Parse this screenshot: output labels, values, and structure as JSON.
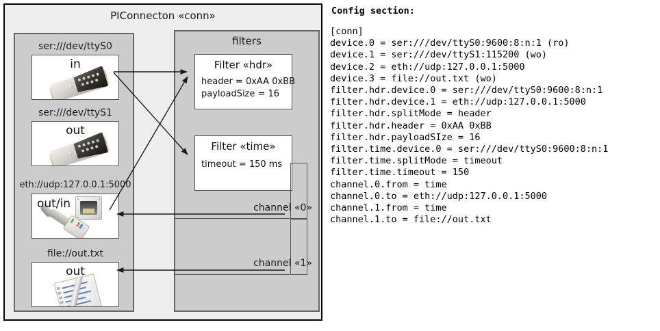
{
  "diagram": {
    "outer_title": "PIConnecton «conn»",
    "devices_panel": {
      "devices": [
        {
          "label": "ser:///dev/ttyS0",
          "io": "in",
          "icon": "serial-db9-icon"
        },
        {
          "label": "ser:///dev/ttyS1",
          "io": "out",
          "icon": "serial-db9-icon"
        },
        {
          "label": "eth://udp:127.0.0.1:5000",
          "io": "out/in",
          "icon": "ethernet-jack-icon"
        },
        {
          "label": "file://out.txt",
          "io": "out",
          "icon": "notepad-file-icon"
        }
      ]
    },
    "filters_panel": {
      "title": "filters",
      "filters": [
        {
          "title": "Filter «hdr»",
          "props": [
            "header = 0xAA 0xBB",
            "payloadSize = 16"
          ]
        },
        {
          "title": "Filter «time»",
          "props": [
            "timeout = 150 ms"
          ]
        }
      ],
      "channels": [
        {
          "label": "channel «0»"
        },
        {
          "label": "channel «1»"
        }
      ]
    }
  },
  "config": {
    "heading": "Config section:",
    "lines": [
      "[conn]",
      "device.0 = ser:///dev/ttyS0:9600:8:n:1 (ro)",
      "device.1 = ser:///dev/ttyS1:115200 (wo)",
      "device.2 = eth://udp:127.0.0.1:5000",
      "device.3 = file://out.txt (wo)",
      "filter.hdr.device.0 = ser:///dev/ttyS0:9600:8:n:1",
      "filter.hdr.device.1 = eth://udp:127.0.0.1:5000",
      "filter.hdr.splitMode = header",
      "filter.hdr.header = 0xAA 0xBB",
      "filter.hdr.payloadSIze = 16",
      "filter.time.device.0 = ser:///dev/ttyS0:9600:8:n:1",
      "filter.time.splitMode = timeout",
      "filter.time.timeout = 150",
      "channel.0.from = time",
      "channel.0.to = eth://udp:127.0.0.1:5000",
      "channel.1.from = time",
      "channel.1.to = file://out.txt"
    ]
  },
  "colors": {
    "page_bg": "#ffffff",
    "frame_bg": "#eeeeee",
    "panel_bg": "#cccccc",
    "card_bg": "#ffffff",
    "border_dark": "#000000",
    "border_grey": "#666666",
    "text": "#1a1a1a"
  }
}
